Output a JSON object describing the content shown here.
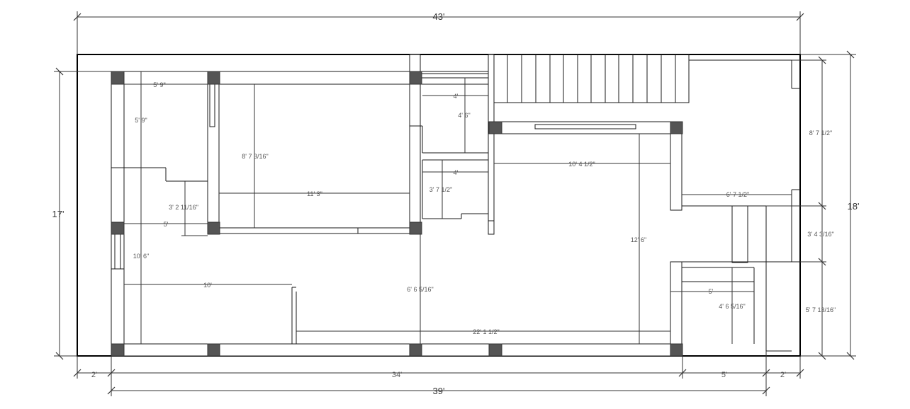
{
  "plan": {
    "overall": {
      "top_width": "43'",
      "bottom_width": "39'",
      "left_height": "17'",
      "right_height": "18'"
    },
    "bottom_segments": [
      "2'",
      "34'",
      "5'",
      "2'"
    ],
    "right_segments": [
      "8' 7 1/2\"",
      "3' 4 3/16\"",
      "5' 7 13/16\""
    ],
    "interior_dims": {
      "d1": "5' 9\"",
      "d2": "5' 9\"",
      "d3": "8' 7 3/16\"",
      "d4": "11' 3\"",
      "d5": "4'",
      "d6": "4' 6\"",
      "d7": "4'",
      "d8": "3' 7 1/2\"",
      "d9": "10' 4 1/2\"",
      "d10": "3' 2 11/16\"",
      "d11": "5'",
      "d12": "10' 6\"",
      "d13": "10'",
      "d14": "6' 6 5/16\"",
      "d15": "22' 1 1/2\"",
      "d16": "12' 6\"",
      "d17": "6' 7 1/2\"",
      "d18": "5'",
      "d19": "4' 6 5/16\""
    },
    "colors": {
      "column": "#555555",
      "line": "#1a1a1a"
    }
  }
}
